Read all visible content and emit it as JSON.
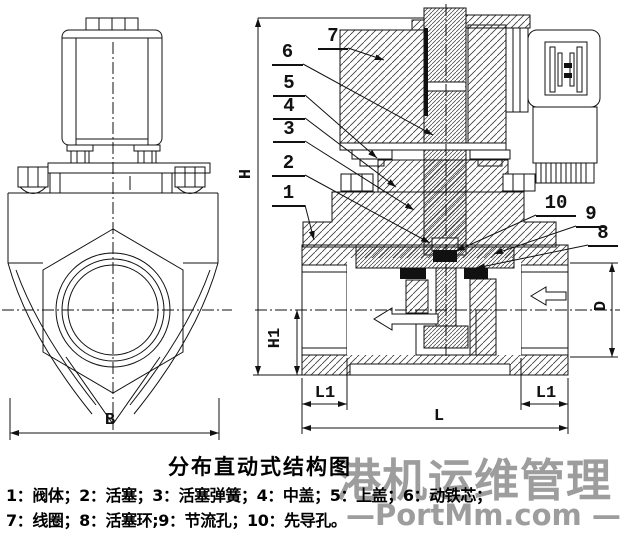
{
  "drawing": {
    "title": "分布直动式结构图",
    "legend": {
      "line1": "1：阀体；2：活塞；3：活塞弹簧；4：中盖；5：上盖；6：动铁芯；",
      "line2": "7：线圈；8：活塞环;9：节流孔；10：先导孔。"
    }
  },
  "callouts": [
    "1",
    "2",
    "3",
    "4",
    "5",
    "6",
    "7",
    "8",
    "9",
    "10"
  ],
  "dimensions": {
    "H": "H",
    "H1": "H1",
    "B": "B",
    "L": "L",
    "L1": "L1",
    "D": "D"
  },
  "watermark": {
    "text_cn": "港机运维管理",
    "text_site": "—PortMm.com —"
  },
  "colors": {
    "line": "#111111",
    "seal": "#111111",
    "watermark": "#8c8c8c"
  }
}
